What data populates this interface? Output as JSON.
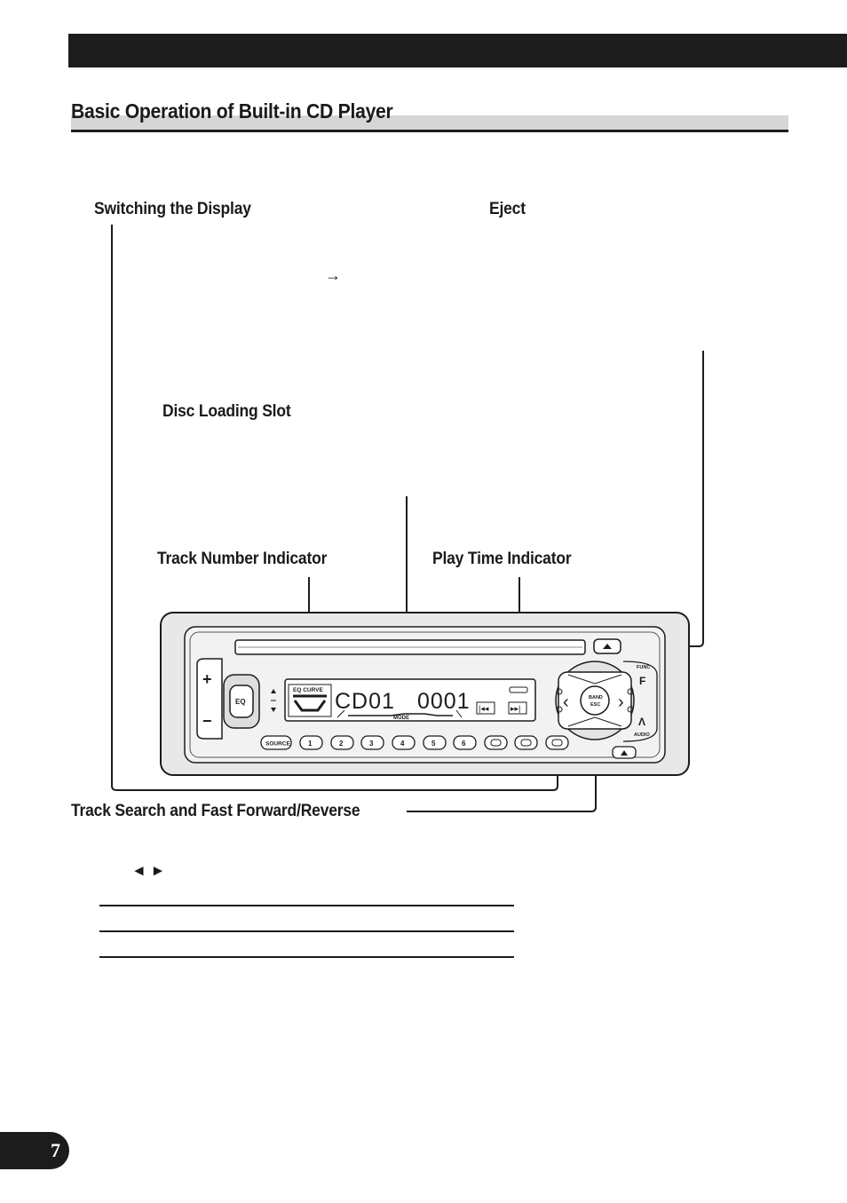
{
  "page": {
    "section_title": "Basic Operation of Built-in CD Player",
    "page_number": "7"
  },
  "callouts": {
    "switching_display": "Switching the Display",
    "eject": "Eject",
    "disc_loading_slot": "Disc Loading Slot",
    "track_number_indicator": "Track Number Indicator",
    "play_time_indicator": "Play Time Indicator",
    "track_search": "Track Search and Fast Forward/Reverse"
  },
  "glyphs": {
    "arrow_right": "→",
    "left_right_arrows": "◄ ►"
  },
  "device": {
    "display_source": "CD01",
    "display_time": "0001",
    "display_mode_label": "MODE",
    "eq_curve_label": "EQ CURVE",
    "eq_button_label": "EQ",
    "plus_label": "+",
    "minus_label": "−",
    "band_label": "BAND",
    "esc_label": "ESC",
    "func_label": "FUNC",
    "audio_label": "AUDIO",
    "f_label": "F",
    "up_label": "Λ",
    "preset_buttons": [
      "SOURCE",
      "1",
      "2",
      "3",
      "4",
      "5",
      "6"
    ]
  },
  "colors": {
    "ink": "#1c1c1c",
    "panel": "#e6e6e6",
    "panel_inner": "#f4f4f4",
    "title_band": "#d6d6d6"
  }
}
